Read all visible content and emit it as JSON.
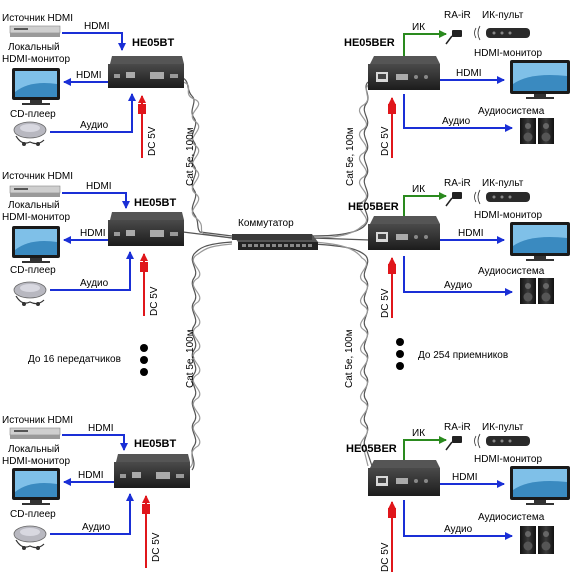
{
  "labels": {
    "hdmi_source": "Источник HDMI",
    "local_monitor_1": "Локальный",
    "local_monitor_2": "HDMI-монитор",
    "cd_player": "CD-плеер",
    "hdmi": "HDMI",
    "audio": "Аудио",
    "dc5v": "DC 5V",
    "cable": "Cat 5e, 100м",
    "transmitter_model": "HE05BT",
    "receiver_model": "HE05BER",
    "switch": "Коммутатор",
    "ir": "ИК",
    "ra_ir": "RA-iR",
    "ir_remote": "ИК-пульт",
    "hdmi_monitor": "HDMI-монитор",
    "audio_system": "Аудиосистема",
    "up_to_transmitters": "До 16 передатчиков",
    "up_to_receivers": "До 254 приемников"
  },
  "colors": {
    "blue_arrow": "#1a2fd6",
    "red_arrow": "#e0161b",
    "green_arrow": "#2a8a1e",
    "device_body": "#2b2b2b"
  }
}
